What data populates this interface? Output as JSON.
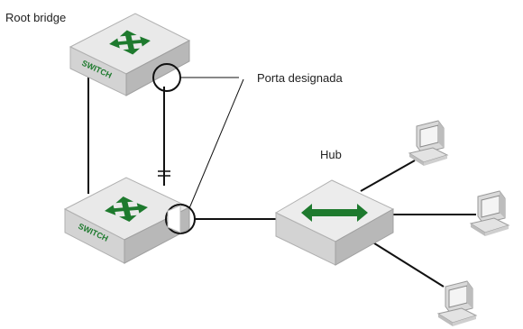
{
  "labels": {
    "root_bridge": "Root bridge",
    "designated_port": "Porta designada",
    "hub": "Hub"
  },
  "devices": {
    "switch_top_text": "SWITCH",
    "switch_bottom_text": "SWITCH"
  },
  "colors": {
    "device_top": "#e9e9e9",
    "device_side": "#b8b8b8",
    "arrow_green": "#1e7a2e",
    "line": "#111111"
  },
  "icons": [
    "switch-icon",
    "hub-icon",
    "pc-icon",
    "blocked-port-marker"
  ]
}
